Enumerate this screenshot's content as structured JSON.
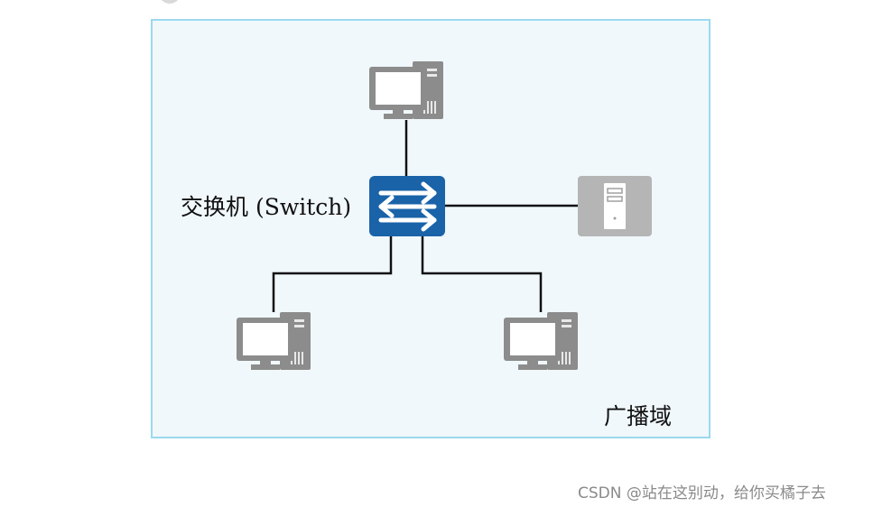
{
  "diagram": {
    "switch_label": "交换机 (Switch)",
    "domain_label": "广播域",
    "nodes": [
      {
        "id": "pc-top",
        "icon": "desktop-computer-icon"
      },
      {
        "id": "switch",
        "icon": "switch-arrows-icon"
      },
      {
        "id": "server",
        "icon": "server-icon"
      },
      {
        "id": "pc-bottom-left",
        "icon": "desktop-computer-icon"
      },
      {
        "id": "pc-bottom-right",
        "icon": "desktop-computer-icon"
      }
    ],
    "links": [
      {
        "from": "switch",
        "to": "pc-top"
      },
      {
        "from": "switch",
        "to": "server"
      },
      {
        "from": "switch",
        "to": "pc-bottom-left"
      },
      {
        "from": "switch",
        "to": "pc-bottom-right"
      }
    ],
    "colors": {
      "domain_fill": "#f1f8fc",
      "domain_border": "#9bd9ee",
      "switch": "#1a63a8",
      "device_gray": "#8c8c8c",
      "link": "#111111"
    }
  },
  "watermark": "CSDN @站在这别动，给你买橘子去"
}
